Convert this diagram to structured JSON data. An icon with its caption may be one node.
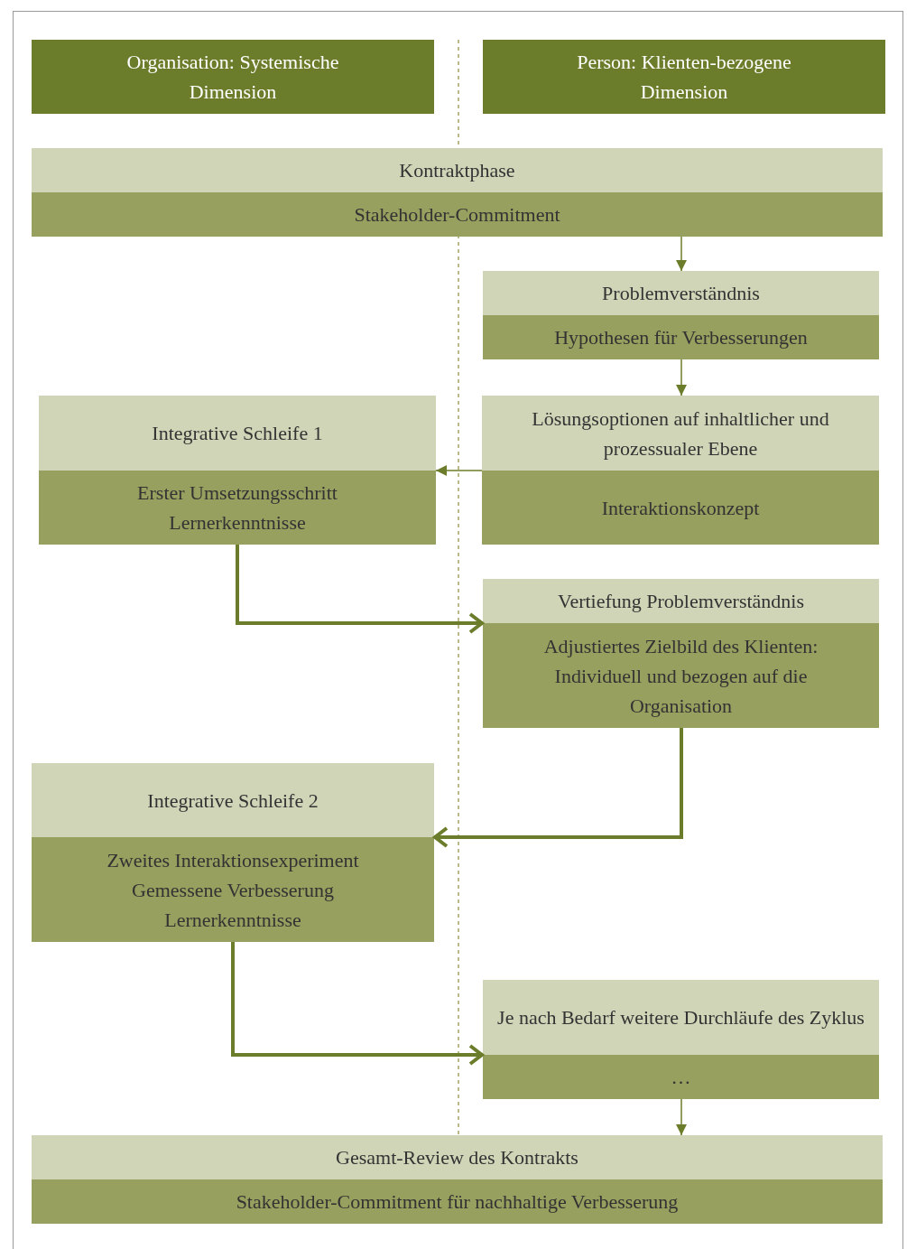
{
  "diagram": {
    "nodes": [
      {
        "text": [
          "Organisation: Systemische Dimension"
        ]
      },
      {
        "text": [
          "Person: Klienten-bezogene Dimension"
        ]
      },
      {
        "text": [
          "Kontraktphase",
          "Stakeholder-Commitment"
        ]
      },
      {
        "text": [
          "Problemverständnis",
          "Hypothesen für Verbesserungen"
        ]
      },
      {
        "text": [
          "Integrative Schleife 1",
          "Erster Umsetzungsschritt Lernerkenntnisse"
        ]
      },
      {
        "text": [
          "Lösungsoptionen auf inhaltlicher und prozessualer Ebene",
          "Interaktionskonzept"
        ]
      },
      {
        "text": [
          "Vertiefung Problemverständnis",
          "Adjustiertes Zielbild des Klienten: Individuell und bezogen auf die Organisation"
        ]
      },
      {
        "text": [
          "Integrative Schleife 2",
          "Zweites Interaktionsexperiment Gemessene Verbesserung Lernerkenntnisse"
        ]
      },
      {
        "text": [
          "Je nach Bedarf weitere Durchläufe des Zyklus",
          "…"
        ]
      },
      {
        "text": [
          "Gesamt-Review des Kontrakts",
          "Stakeholder-Commitment für nachhaltige Verbesserung"
        ]
      }
    ],
    "edges": [
      {
        "from": 2,
        "to": 3,
        "arrow": "to"
      },
      {
        "from": 3,
        "to": 5,
        "arrow": "to"
      },
      {
        "from": 5,
        "to": 4,
        "arrow": "to"
      },
      {
        "from": 4,
        "to": 6,
        "arrow": "to",
        "style": "thick"
      },
      {
        "from": 6,
        "to": 7,
        "arrow": "to",
        "style": "thick"
      },
      {
        "from": 7,
        "to": 8,
        "arrow": "to",
        "style": "thick"
      },
      {
        "from": 8,
        "to": 9,
        "arrow": "to"
      }
    ]
  }
}
